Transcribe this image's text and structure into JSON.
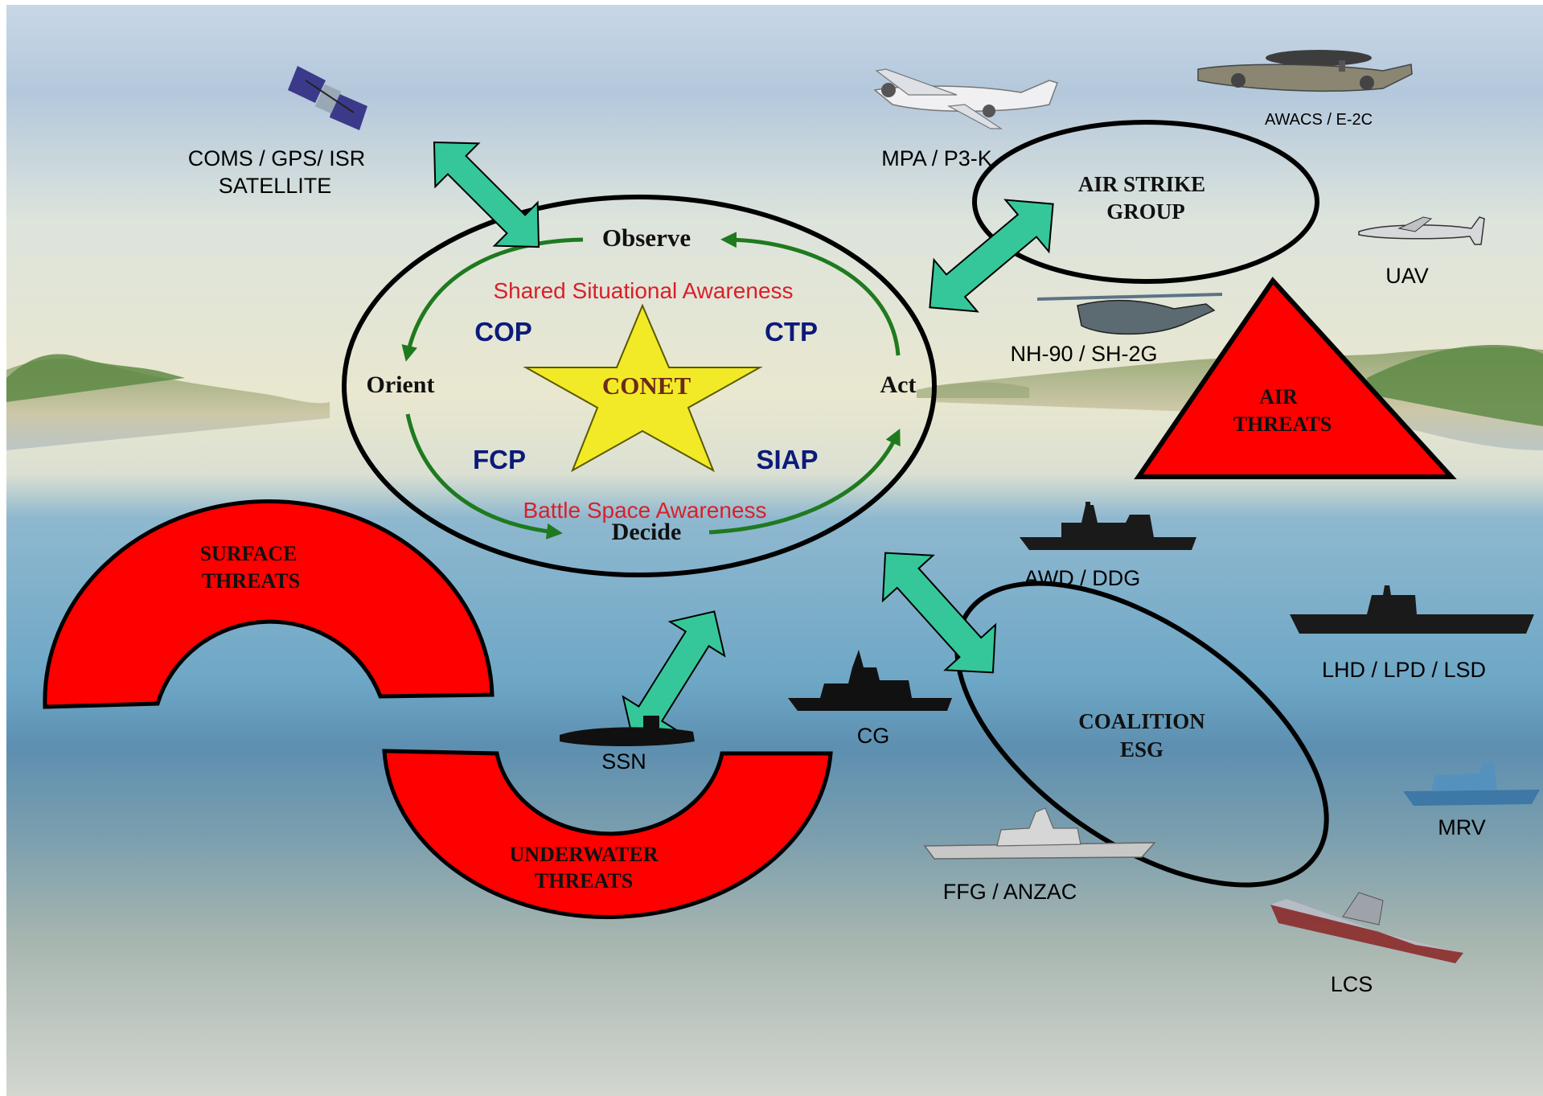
{
  "cycle": {
    "observe": "Observe",
    "orient": "Orient",
    "act": "Act",
    "decide": "Decide",
    "center": "CONET",
    "shared": "Shared Situational Awareness",
    "battle": "Battle Space Awareness",
    "cop": "COP",
    "ctp": "CTP",
    "fcp": "FCP",
    "siap": "SIAP"
  },
  "threats": {
    "surface_1": "SURFACE",
    "surface_2": "THREATS",
    "underwater_1": "UNDERWATER",
    "underwater_2": "THREATS",
    "air_1": "AIR",
    "air_2": "THREATS"
  },
  "groups": {
    "air_strike_1": "AIR STRIKE",
    "air_strike_2": "GROUP",
    "coalition_1": "COALITION",
    "coalition_2": "ESG"
  },
  "assets": {
    "satellite_1": "COMS / GPS/ ISR",
    "satellite_2": "SATELLITE",
    "mpa": "MPA / P3-K",
    "awacs": "AWACS / E-2C",
    "uav": "UAV",
    "helo": "NH-90 / SH-2G",
    "awd": "AWD / DDG",
    "lhd": "LHD / LPD / LSD",
    "cg": "CG",
    "ssn": "SSN",
    "mrv": "MRV",
    "ffg": "FFG / ANZAC",
    "lcs": "LCS"
  },
  "colors": {
    "threat_red": "#ff0000",
    "link_arrow": "#35c79a",
    "cycle_arrow": "#1f7a1f",
    "star": "#f2ea26"
  }
}
